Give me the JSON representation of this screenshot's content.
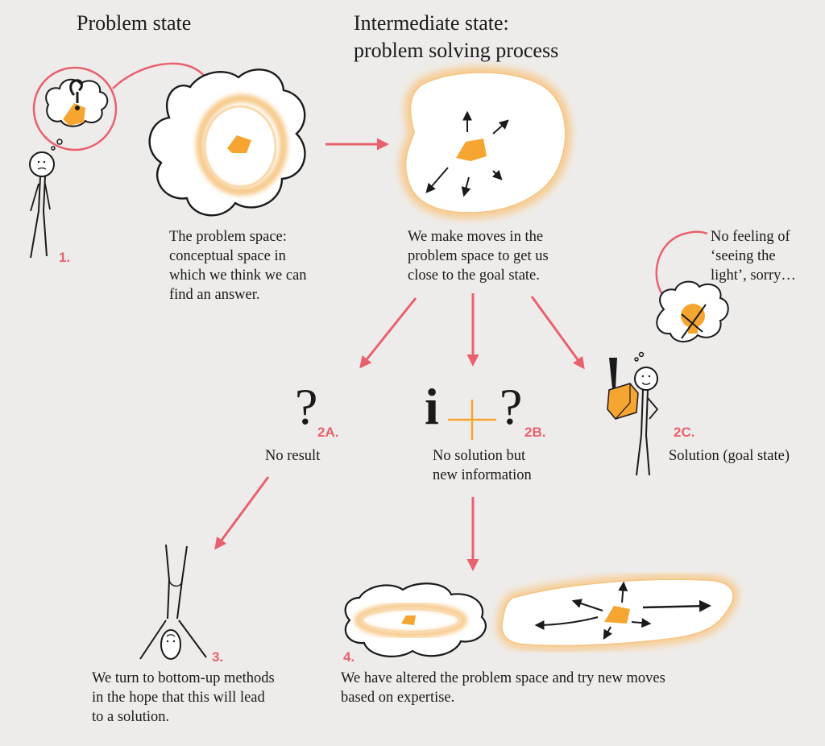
{
  "headings": {
    "problem_state": "Problem state",
    "intermediate_line1": "Intermediate state:",
    "intermediate_line2": "problem solving process"
  },
  "steps": {
    "s1": {
      "number": "1."
    },
    "problem_space": {
      "lines": [
        "The problem space:",
        "conceptual space in",
        "which we think we can",
        "find an answer."
      ]
    },
    "moves": {
      "lines": [
        "We make moves in the",
        "problem space to get us",
        "close to the goal state."
      ]
    },
    "s2a": {
      "number": "2A.",
      "label": "No result",
      "glyph": "?"
    },
    "s2b": {
      "number": "2B.",
      "lines": [
        "No solution but",
        "new information"
      ],
      "glyph_left": "i",
      "glyph_right": "?"
    },
    "s2c": {
      "number": "2C.",
      "label": "Solution (goal state)"
    },
    "no_feeling": {
      "lines": [
        "No feeling of",
        "‘seeing the",
        "light’, sorry…"
      ]
    },
    "s3": {
      "number": "3.",
      "lines": [
        "We turn to bottom-up methods",
        "in the hope that this will lead",
        "to a solution."
      ]
    },
    "s4": {
      "number": "4.",
      "lines": [
        "We have altered the problem space and try new moves",
        "based on expertise."
      ]
    }
  },
  "colors": {
    "background": "#eeecea",
    "accent_arrow": "#e8616d",
    "shape_orange": "#f5a530",
    "glow": "#f7c98a",
    "ink": "#1a1a1a"
  }
}
